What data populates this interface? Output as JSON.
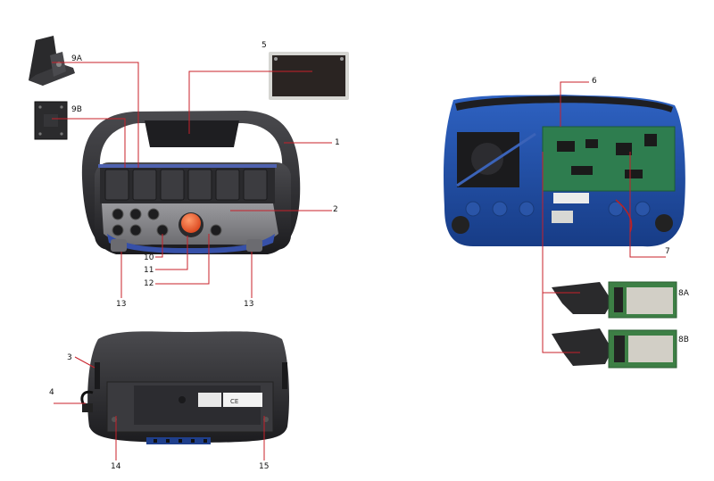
{
  "callouts": [
    {
      "id": "1",
      "text": "1"
    },
    {
      "id": "2",
      "text": "2"
    },
    {
      "id": "3",
      "text": "3"
    },
    {
      "id": "4",
      "text": "4"
    },
    {
      "id": "5",
      "text": "5"
    },
    {
      "id": "6",
      "text": "6"
    },
    {
      "id": "7",
      "text": "7"
    },
    {
      "id": "8a",
      "text": "8A"
    },
    {
      "id": "8b",
      "text": "8B"
    },
    {
      "id": "9a",
      "text": "9A"
    },
    {
      "id": "9b",
      "text": "9B"
    },
    {
      "id": "10",
      "text": "10"
    },
    {
      "id": "11",
      "text": "11"
    },
    {
      "id": "12",
      "text": "12"
    },
    {
      "id": "13l",
      "text": "13"
    },
    {
      "id": "13r",
      "text": "13"
    },
    {
      "id": "14",
      "text": "14"
    },
    {
      "id": "15",
      "text": "15"
    }
  ],
  "rear_label_text": "CE",
  "colors": {
    "leader": "#c8202a",
    "housing_dark": "#2f2f32",
    "blue": "#1f4fa8",
    "pcb_green": "#2e7d4f",
    "estop_red": "#e85a2a"
  }
}
